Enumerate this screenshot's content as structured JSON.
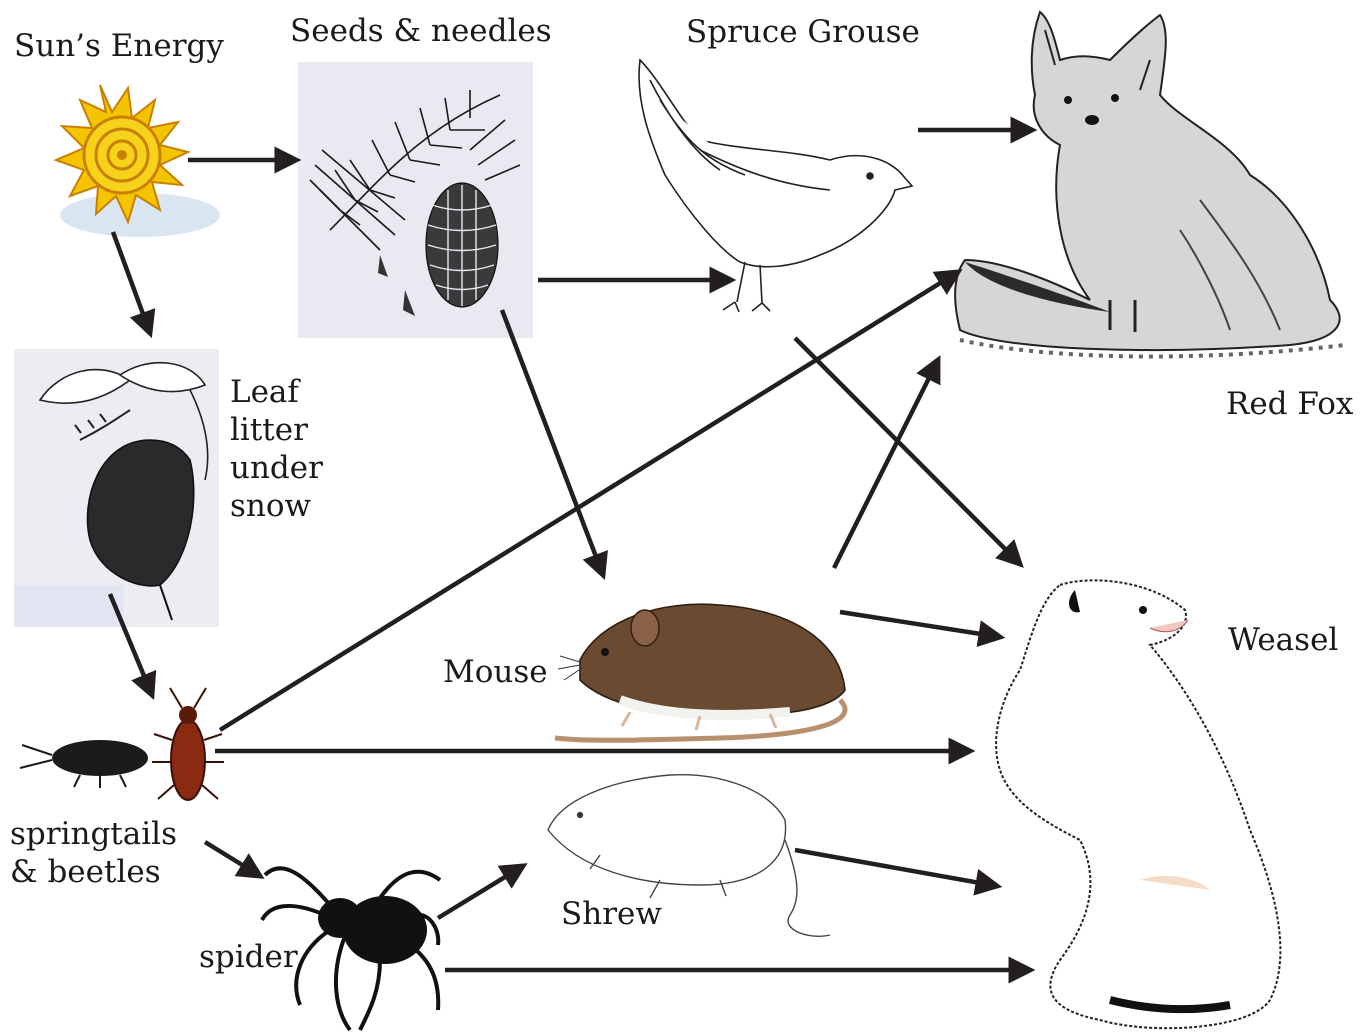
{
  "labels": {
    "sun": "Sun’s Energy",
    "seeds": "Seeds & needles",
    "grouse": "Spruce Grouse",
    "fox": "Red Fox",
    "leaf_line1": "Leaf",
    "leaf_line2": "litter",
    "leaf_line3": "under",
    "leaf_line4": "snow",
    "mouse": "Mouse",
    "weasel": "Weasel",
    "springtails_line1": "springtails",
    "springtails_line2": "& beetles",
    "shrew": "Shrew",
    "spider": "spider"
  },
  "colors": {
    "arrow": "#231f20",
    "sun_fill": "#f5c400",
    "sun_ring": "#d98b00",
    "seeds_bg": "#e9e9f2",
    "leaf_bg": "#ececf3",
    "mouse_fur": "#6b4a32",
    "beetle": "#8a2a12"
  },
  "icons": [
    "sun-icon",
    "pine-cone-icon",
    "grouse-icon",
    "fox-icon",
    "leaf-icon",
    "mouse-icon",
    "weasel-icon",
    "springtail-icon",
    "beetle-icon",
    "spider-icon",
    "shrew-icon"
  ]
}
